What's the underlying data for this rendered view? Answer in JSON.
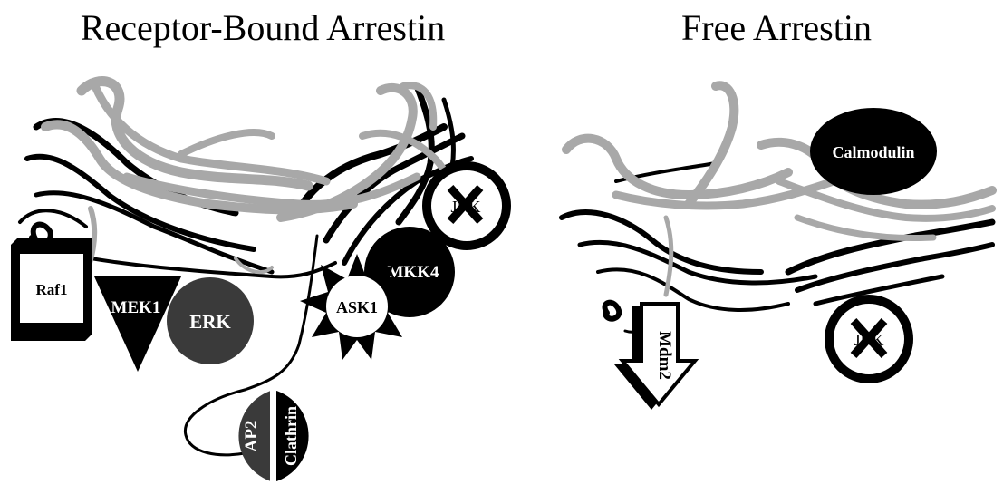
{
  "panels": {
    "left": {
      "title": "Receptor-Bound Arrestin",
      "labels": {
        "raf1": "Raf1",
        "mek1": "MEK1",
        "erk": "ERK",
        "mkk4": "MKK4",
        "ask1": "ASK1",
        "jnk": "JNK",
        "ap2": "AP2",
        "clathrin": "Clathrin"
      }
    },
    "right": {
      "title": "Free Arrestin",
      "labels": {
        "calmodulin": "Calmodulin",
        "jnk": "JNK",
        "mdm2": "Mdm2"
      }
    }
  },
  "colors": {
    "black": "#000000",
    "dark_gray": "#3a3a3a",
    "ribbon_gray": "#a8a8a8",
    "white": "#ffffff"
  }
}
